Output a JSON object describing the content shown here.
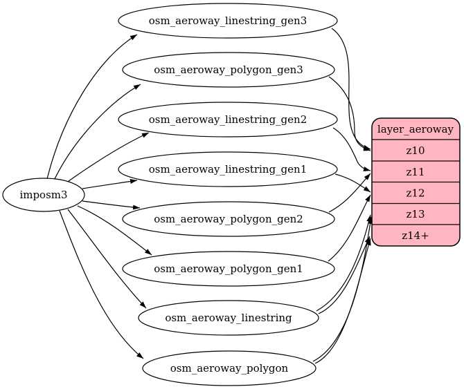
{
  "diagram": {
    "source": {
      "label": "imposm3"
    },
    "tables": [
      {
        "label": "osm_aeroway_linestring_gen3"
      },
      {
        "label": "osm_aeroway_polygon_gen3"
      },
      {
        "label": "osm_aeroway_linestring_gen2"
      },
      {
        "label": "osm_aeroway_linestring_gen1"
      },
      {
        "label": "osm_aeroway_polygon_gen2"
      },
      {
        "label": "osm_aeroway_polygon_gen1"
      },
      {
        "label": "osm_aeroway_linestring"
      },
      {
        "label": "osm_aeroway_polygon"
      }
    ],
    "layer": {
      "title": "layer_aeroway",
      "zoom_rows": [
        "z10",
        "z11",
        "z12",
        "z13",
        "z14+"
      ]
    },
    "edges": [
      {
        "from": "imposm3",
        "to": "osm_aeroway_linestring_gen3"
      },
      {
        "from": "imposm3",
        "to": "osm_aeroway_polygon_gen3"
      },
      {
        "from": "imposm3",
        "to": "osm_aeroway_linestring_gen2"
      },
      {
        "from": "imposm3",
        "to": "osm_aeroway_linestring_gen1"
      },
      {
        "from": "imposm3",
        "to": "osm_aeroway_polygon_gen2"
      },
      {
        "from": "imposm3",
        "to": "osm_aeroway_polygon_gen1"
      },
      {
        "from": "imposm3",
        "to": "osm_aeroway_linestring"
      },
      {
        "from": "imposm3",
        "to": "osm_aeroway_polygon"
      },
      {
        "from": "osm_aeroway_linestring_gen3",
        "to": "z10"
      },
      {
        "from": "osm_aeroway_polygon_gen3",
        "to": "z10"
      },
      {
        "from": "osm_aeroway_linestring_gen2",
        "to": "z11"
      },
      {
        "from": "osm_aeroway_polygon_gen2",
        "to": "z11"
      },
      {
        "from": "osm_aeroway_linestring_gen1",
        "to": "z12"
      },
      {
        "from": "osm_aeroway_polygon_gen1",
        "to": "z12"
      },
      {
        "from": "osm_aeroway_linestring",
        "to": "z13"
      },
      {
        "from": "osm_aeroway_linestring",
        "to": "z14+"
      },
      {
        "from": "osm_aeroway_polygon",
        "to": "z13"
      },
      {
        "from": "osm_aeroway_polygon",
        "to": "z14+"
      }
    ],
    "colors": {
      "layer_fill": "#ffb6c1",
      "table_fill": "#ffffff",
      "stroke": "#000000"
    }
  }
}
